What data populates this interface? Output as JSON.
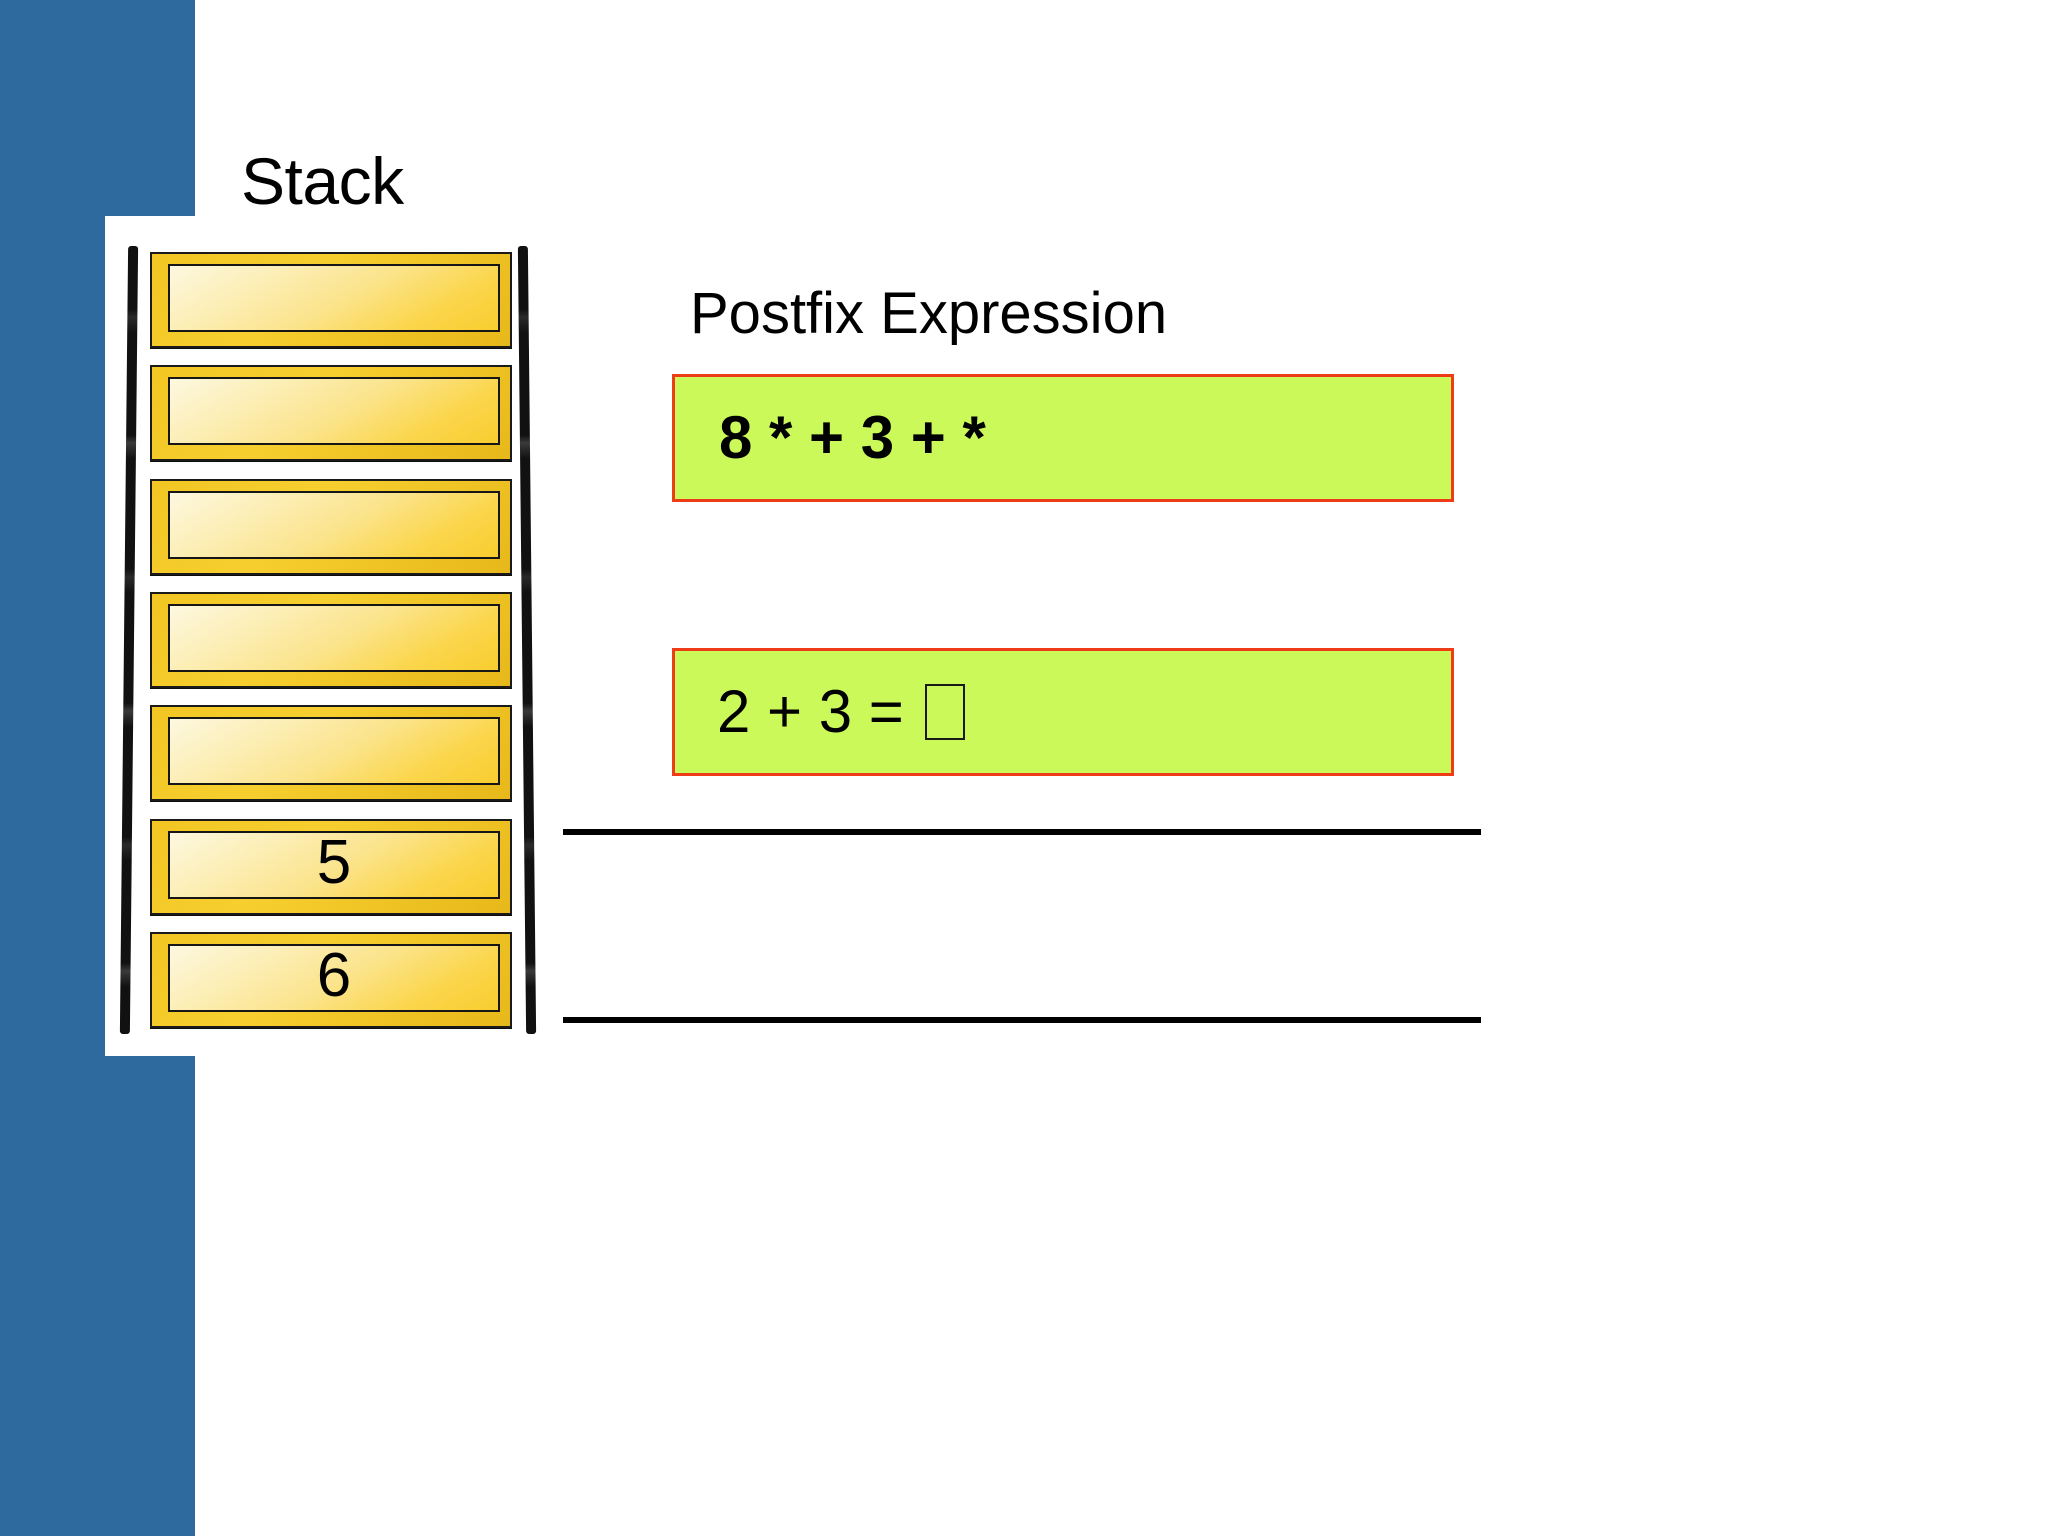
{
  "slide": {
    "title": "Stack",
    "background_color": "#ffffff",
    "accent_band_color": "#2f6a9e"
  },
  "stack": {
    "label": "Stack",
    "capacity": 7,
    "slots": [
      {
        "index": 0,
        "value": "",
        "filled": false
      },
      {
        "index": 1,
        "value": "",
        "filled": false
      },
      {
        "index": 2,
        "value": "",
        "filled": false
      },
      {
        "index": 3,
        "value": "",
        "filled": false
      },
      {
        "index": 4,
        "value": "",
        "filled": false
      },
      {
        "index": 5,
        "value": "5",
        "filled": true
      },
      {
        "index": 6,
        "value": "6",
        "filled": true
      }
    ]
  },
  "postfix": {
    "heading": "Postfix Expression",
    "expression": "8 * + 3 + *",
    "expression_box_fill": "#ccf95a",
    "expression_box_border": "#ee3b18",
    "operation_lhs": "2 + 3 = ",
    "operation_result_glyph": "□"
  }
}
